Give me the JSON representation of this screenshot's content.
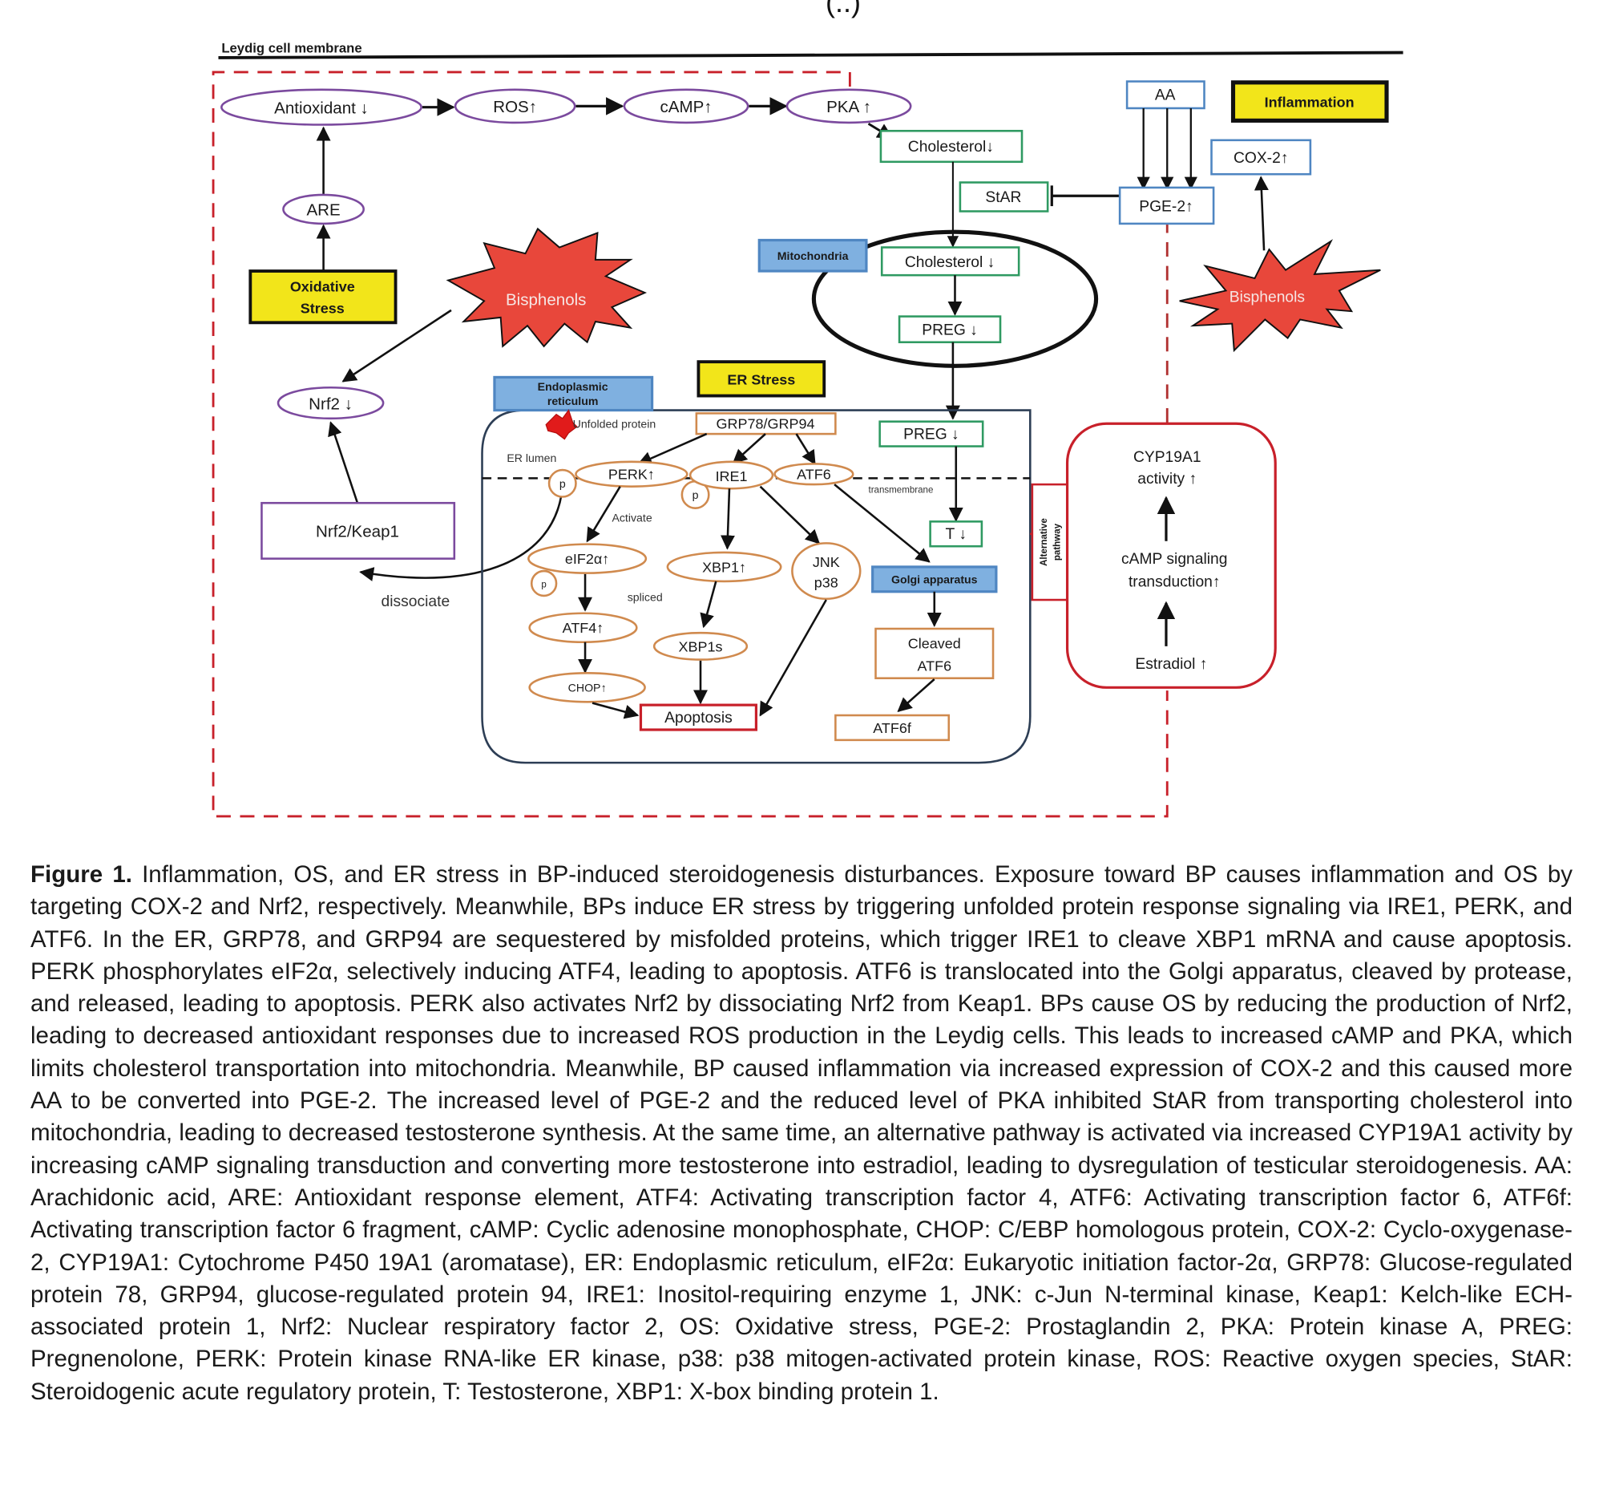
{
  "header": {
    "cropped_label": "(..)"
  },
  "diagram": {
    "membrane_label": "Leydig cell membrane",
    "top_chain": [
      "Antioxidant ↓",
      "ROS↑",
      "cAMP↑",
      "PKA ↑"
    ],
    "are": "ARE",
    "oxidative_stress": [
      "Oxidative",
      "Stress"
    ],
    "bisphenols_left": "Bisphenols",
    "bisphenols_right": "Bisphenols",
    "nrf2": "Nrf2 ↓",
    "nrf2_keap1": "Nrf2/Keap1",
    "dissociate": "dissociate",
    "cholesterol_top": "Cholesterol↓",
    "star": "StAR",
    "mitochondria": "Mitochondria",
    "cholesterol_mito": "Cholesterol ↓",
    "preg_mito": "PREG ↓",
    "preg_er": "PREG ↓",
    "t": "T ↓",
    "aa": "AA",
    "inflammation": "Inflammation",
    "cox2": "COX-2↑",
    "pge2": "PGE-2↑",
    "er_label": [
      "Endoplasmic",
      "reticulum"
    ],
    "er_stress": "ER Stress",
    "unfolded_protein": "Unfolded protein",
    "er_lumen": "ER lumen",
    "grp": "GRP78/GRP94",
    "perk": "PERK↑",
    "ire1": "IRE1",
    "atf6": "ATF6",
    "p": "p",
    "transmembrane": "transmembrane",
    "activate": "Activate",
    "eif2a": "eIF2α↑",
    "spliced": "spliced",
    "xbp1": "XBP1↑",
    "jnk": [
      "JNK",
      "p38"
    ],
    "atf4": "ATF4↑",
    "xbp1s": "XBP1s",
    "chop": "CHOP↑",
    "apoptosis": "Apoptosis",
    "golgi": "Golgi apparatus",
    "cleaved_atf6": [
      "Cleaved",
      "ATF6"
    ],
    "atf6f": "ATF6f",
    "alt_pathway": [
      "Alternative",
      "pathway"
    ],
    "cyp19a1": [
      "CYP19A1",
      "activity ↑"
    ],
    "camp_signal": [
      "cAMP signaling",
      "transduction↑"
    ],
    "estradiol": "Estradiol ↑",
    "colors": {
      "purple": "#7b4a9e",
      "green": "#2f9a62",
      "orange": "#d08a4e",
      "blue_fill": "#7fb0e0",
      "blue_border": "#4f86c2",
      "red": "#c8202a",
      "yellow": "#f2e51a",
      "bisphenol_red": "#e8473b",
      "er_border": "#2d3e55"
    }
  },
  "caption": {
    "label": "Figure 1.",
    "text": " Inflammation, OS, and ER stress in BP-induced steroidogenesis disturbances. Exposure toward BP causes inflammation and OS by targeting COX-2 and Nrf2, respectively. Meanwhile, BPs induce ER stress by triggering unfolded protein response signaling via IRE1, PERK, and ATF6. In the ER, GRP78, and GRP94 are sequestered by misfolded proteins, which trigger IRE1 to cleave XBP1 mRNA and cause apoptosis. PERK phosphorylates eIF2α, selectively inducing ATF4, leading to apoptosis. ATF6 is translocated into the Golgi apparatus, cleaved by protease, and released, leading to apoptosis. PERK also activates Nrf2 by dissociating Nrf2 from Keap1. BPs cause OS by reducing the production of Nrf2, leading to decreased antioxidant responses due to increased ROS production in the Leydig cells. This leads to increased cAMP and PKA, which limits cholesterol transportation into mitochondria. Meanwhile, BP caused inflammation via increased expression of COX-2 and this caused more AA to be converted into PGE-2. The increased level of PGE-2 and the reduced level of PKA inhibited StAR from transporting cholesterol into mitochondria, leading to decreased testosterone synthesis. At the same time, an alternative pathway is activated via increased CYP19A1 activity by increasing cAMP signaling transduction and converting more testosterone into estradiol, leading to dysregulation of testicular steroidogenesis. AA: Arachidonic acid, ARE: Antioxidant response element, ATF4: Activating transcription factor 4, ATF6: Activating transcription factor 6, ATF6f: Activating transcription factor 6 fragment, cAMP: Cyclic adenosine monophosphate, CHOP: C/EBP homologous protein, COX-2: Cyclo-oxygenase-2, CYP19A1: Cytochrome P450 19A1 (aromatase), ER: Endoplasmic reticulum, eIF2α: Eukaryotic initiation factor-2α, GRP78: Glucose-regulated protein 78, GRP94, glucose-regulated protein 94, IRE1: Inositol-requiring enzyme 1, JNK: c-Jun N-terminal kinase, Keap1: Kelch-like ECH-associated protein 1, Nrf2: Nuclear respiratory factor 2, OS: Oxidative stress, PGE-2: Prostaglandin 2, PKA: Protein kinase A, PREG: Pregnenolone, PERK: Protein kinase RNA-like ER kinase, p38: p38 mitogen-activated protein kinase, ROS: Reactive oxygen species, StAR: Steroidogenic acute regulatory protein, T: Testosterone, XBP1: X-box binding protein 1."
  }
}
